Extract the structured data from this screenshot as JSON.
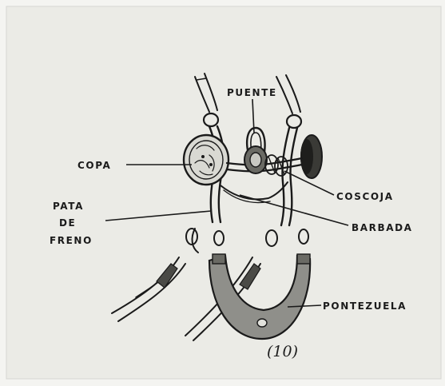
{
  "labels": {
    "puente": "PUENTE",
    "copa": "COPA",
    "coscoja": "COSCOJA",
    "pata_line1": "PATA",
    "pata_line2": "DE",
    "pata_line3": "FRENO",
    "barbada": "BARBADA",
    "pontezuela": "PONTEZUELA"
  },
  "caption": "(10)",
  "colors": {
    "paper": "#ebebe6",
    "border": "#cfcfcb",
    "ink": "#1a1a1a",
    "pontezuela_fill": "#8f8f8a"
  }
}
